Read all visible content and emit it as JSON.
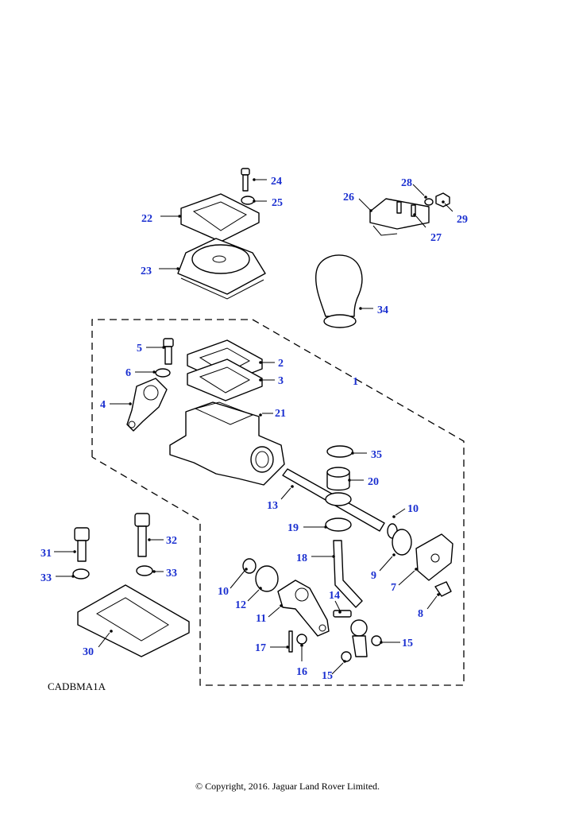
{
  "diagram": {
    "reference_code": "CADBMA1A",
    "copyright": "© Copyright, 2016. Jaguar Land Rover Limited.",
    "callout_color": "#1a2fd0",
    "callouts": [
      "1",
      "2",
      "3",
      "4",
      "5",
      "6",
      "7",
      "8",
      "9",
      "10",
      "10",
      "11",
      "12",
      "13",
      "14",
      "15",
      "15",
      "16",
      "17",
      "18",
      "19",
      "20",
      "21",
      "22",
      "23",
      "24",
      "25",
      "26",
      "27",
      "28",
      "29",
      "30",
      "31",
      "32",
      "33",
      "33",
      "34",
      "35"
    ]
  }
}
